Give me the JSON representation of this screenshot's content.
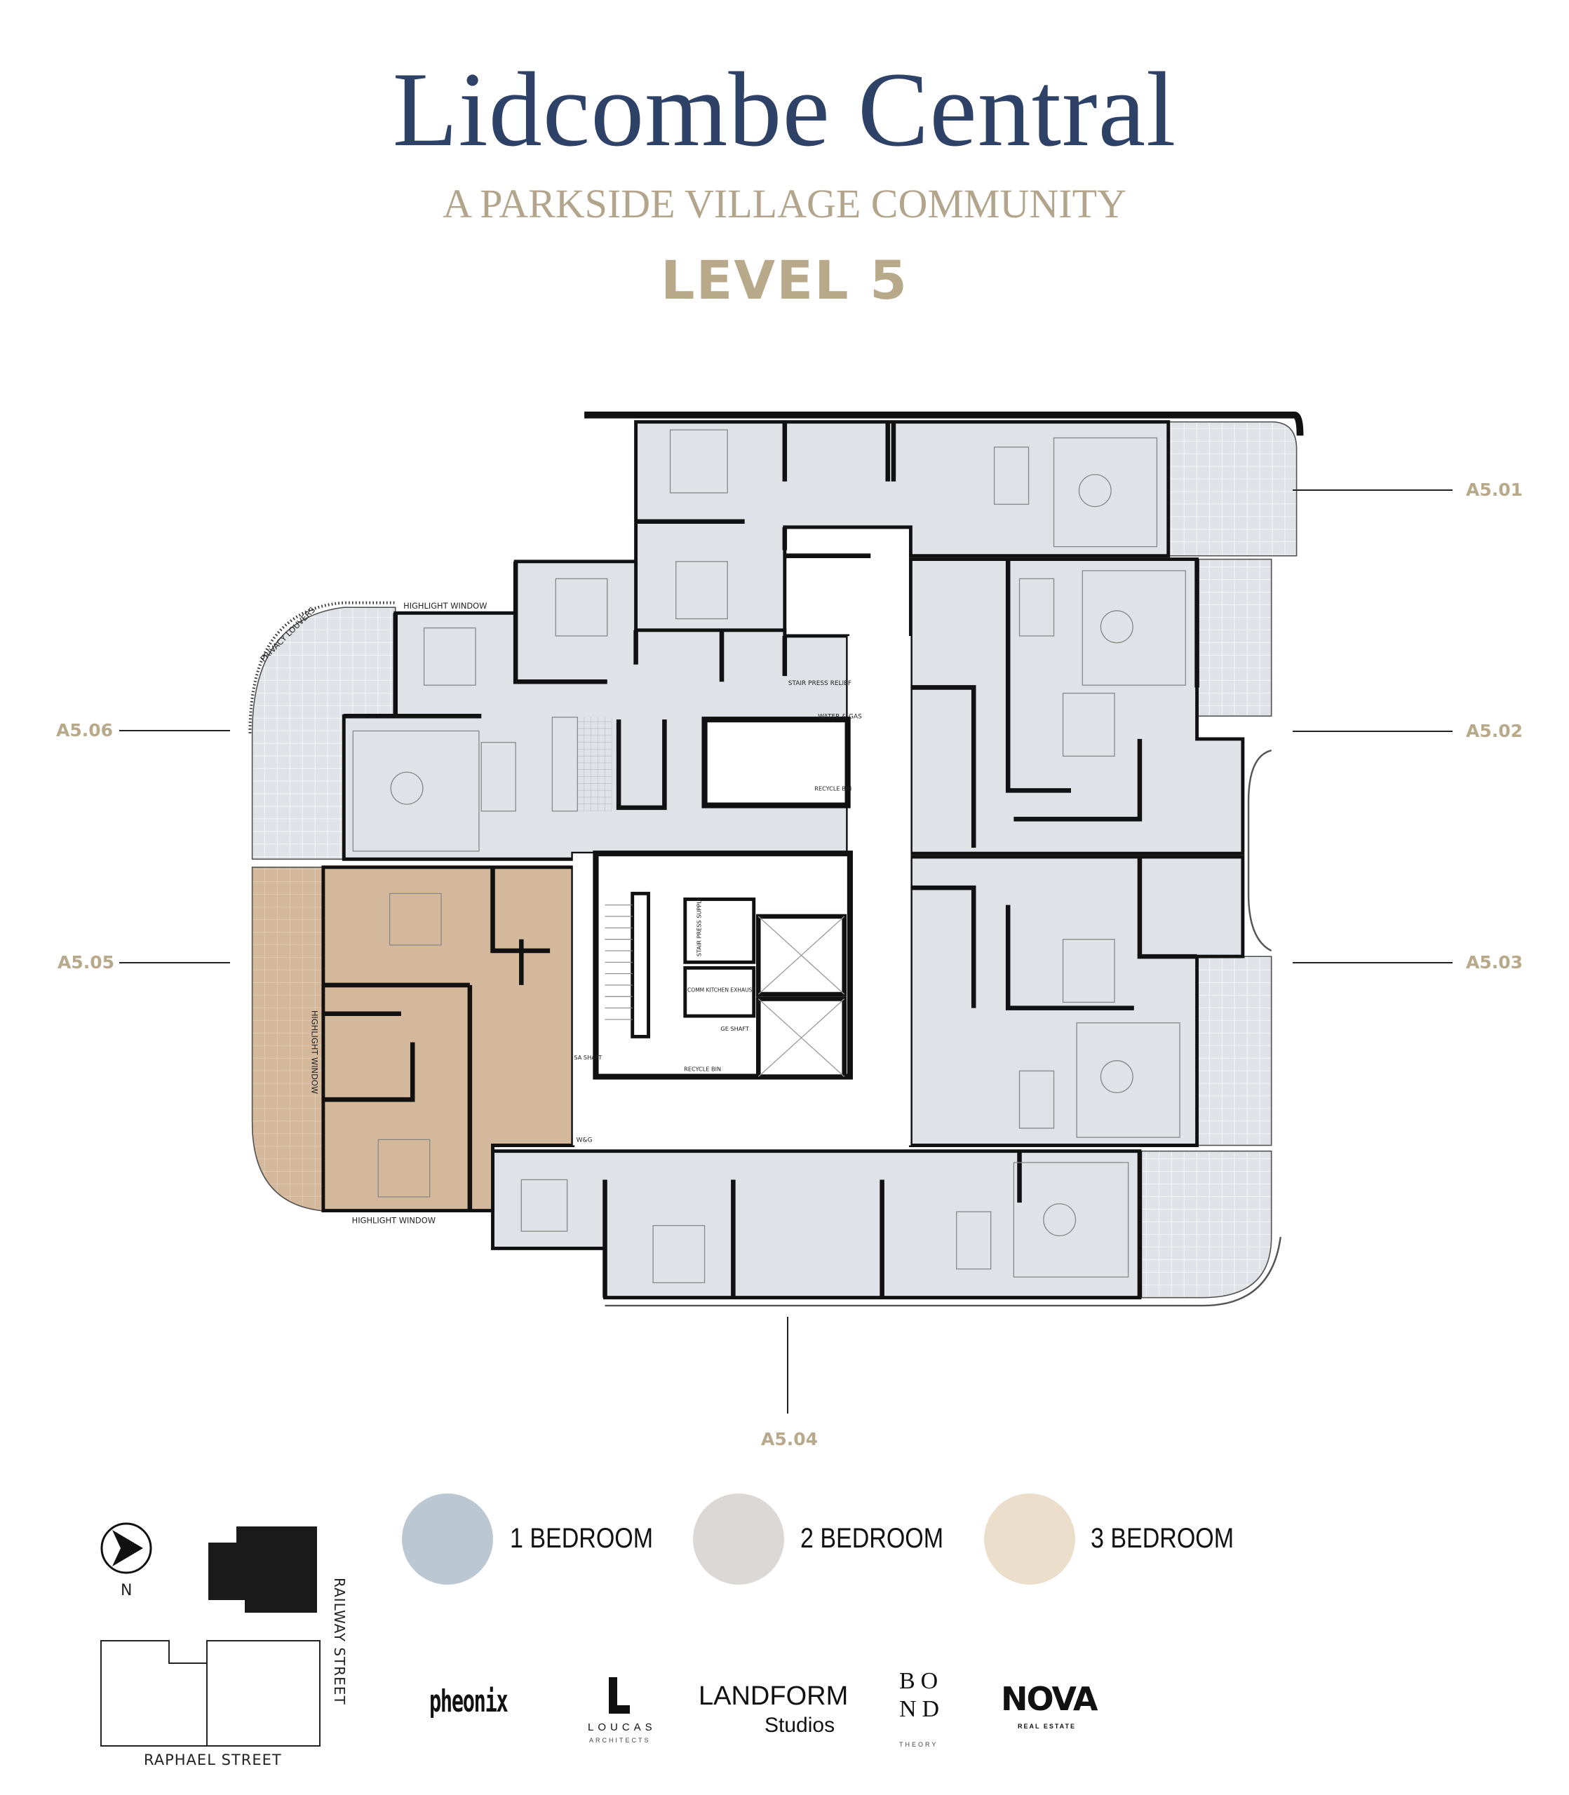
{
  "header": {
    "title": "Lidcombe Central",
    "subtitle": "A PARKSIDE VILLAGE COMMUNITY",
    "level": "LEVEL 5"
  },
  "units": {
    "a501": "A5.01",
    "a502": "A5.02",
    "a503": "A5.03",
    "a504": "A5.04",
    "a505": "A5.05",
    "a506": "A5.06"
  },
  "plan_notes": {
    "highlight_window": "HIGHLIGHT  WINDOW",
    "privacy_louvers": "PRIVACY LOUVERS",
    "stair_press_relief": "STAIR  PRESS RELIEF",
    "water_gas": "WATER & GAS",
    "recycle_bin": "RECYCLE BIN",
    "stair_press_supply": "STAIR PRESS SUPPLY",
    "comm_kitchen_exhaust": "COMM KITCHEN EXHAUST",
    "ge_shaft": "GE SHAFT",
    "sa_shaft": "SA SHAFT",
    "wg": "W&G"
  },
  "legend": [
    {
      "label": "1 BEDROOM",
      "color": "#bcc8d1"
    },
    {
      "label": "2 BEDROOM",
      "color": "#dcd8d5"
    },
    {
      "label": "3 BEDROOM",
      "color": "#ebdfcc"
    }
  ],
  "site": {
    "north": "N",
    "railway_street": "RAILWAY STREET",
    "raphael_street": "RAPHAEL STREET"
  },
  "logos": {
    "pheonix": "pheonix",
    "loucas": "LOUCAS",
    "loucas_sub": "ARCHITECTS",
    "landform": "LANDFORM",
    "landform_sub": "Studios",
    "bond": "BOND",
    "bond_sub": "THEORY",
    "nova": "NOVA",
    "nova_sub": "REAL ESTATE"
  },
  "colors": {
    "title": "#2e4166",
    "accent": "#b8a98b",
    "unit_fill": "#dfe2e6",
    "three_bed_fill": "#d4b89c"
  }
}
